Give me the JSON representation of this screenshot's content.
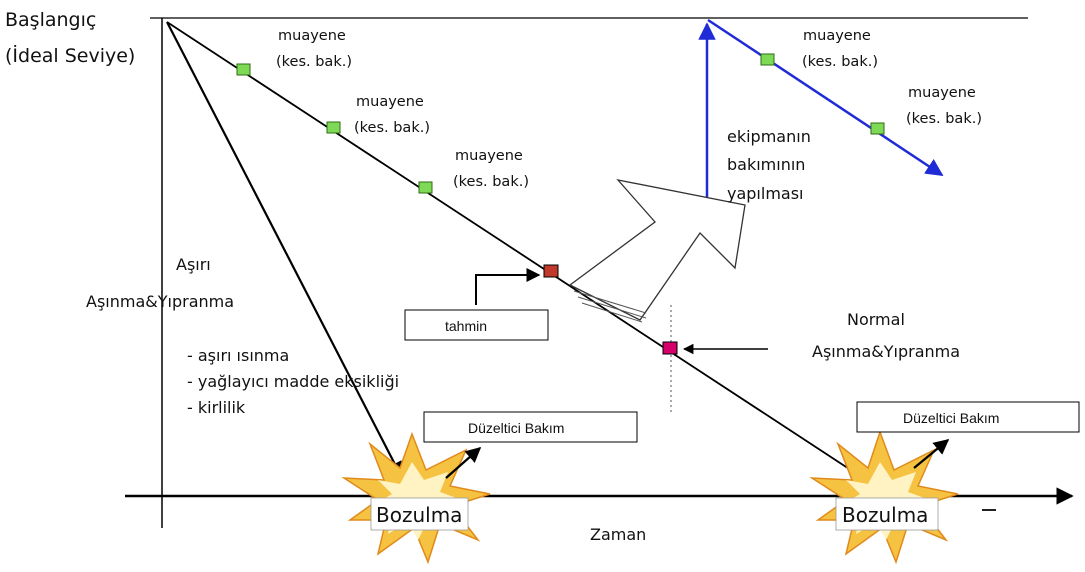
{
  "axis": {
    "y_top_label_1": "Başlangıç",
    "y_top_label_2": "(İdeal Seviye)",
    "x_label": "Zaman"
  },
  "inspection_label_line1": "muayene",
  "inspection_label_line2": "(kes. bak.)",
  "excess": {
    "title_1": "Aşırı",
    "title_2": "Aşınma&Yıpranma",
    "causes": [
      "- aşırı ısınma",
      "- yağlayıcı madde eksikliği",
      "- kirlilik"
    ]
  },
  "normal": {
    "title_1": "Normal",
    "title_2": "Aşınma&Yıpranma"
  },
  "prediction_label": "tahmin",
  "maintenance_label": [
    "ekipmanın",
    "bakımının",
    "yapılması"
  ],
  "corrective_label": "Düzeltici Bakım",
  "failure_label": "Bozulma",
  "colors": {
    "inspection_marker": "#7ed957",
    "prediction_marker": "#c0392b",
    "detection_marker": "#d6006b",
    "after_maintenance_line": "#1f2bd6",
    "burst_outer": "#f5c242",
    "burst_inner": "#fff3c4"
  }
}
